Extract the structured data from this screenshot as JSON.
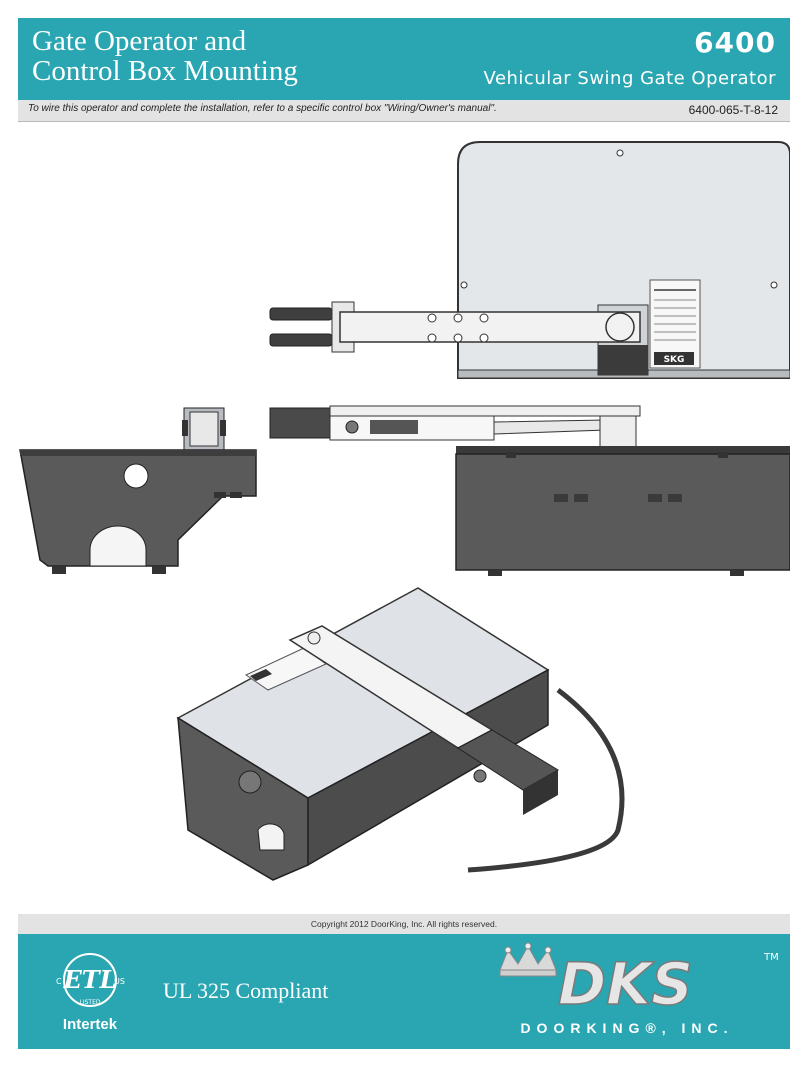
{
  "header": {
    "title_line1": "Gate Operator and",
    "title_line2": "Control Box Mounting",
    "model": "6400",
    "subtitle": "Vehicular Swing Gate Operator"
  },
  "subbar": {
    "instruction": "To wire this operator and complete the installation, refer to a specific control box \"Wiring/Owner's manual\".",
    "doc_number": "6400-065-T-8-12"
  },
  "illustrations": {
    "label_brand": "SKG"
  },
  "footer": {
    "copyright": "Copyright 2012 DoorKing, Inc. All rights reserved.",
    "compliance": "UL 325 Compliant",
    "cert_mark": "ETL",
    "cert_c": "C",
    "cert_us": "US",
    "cert_listed": "LISTED",
    "cert_body": "Intertek",
    "logo_text": "DKS",
    "trademark": "TM",
    "company": "DOORKING®, INC."
  },
  "colors": {
    "accent": "#29a6b2",
    "bar_gray": "#e3e3e3",
    "housing_dark": "#5a5a5a",
    "cover_light": "#dfe3e8"
  }
}
